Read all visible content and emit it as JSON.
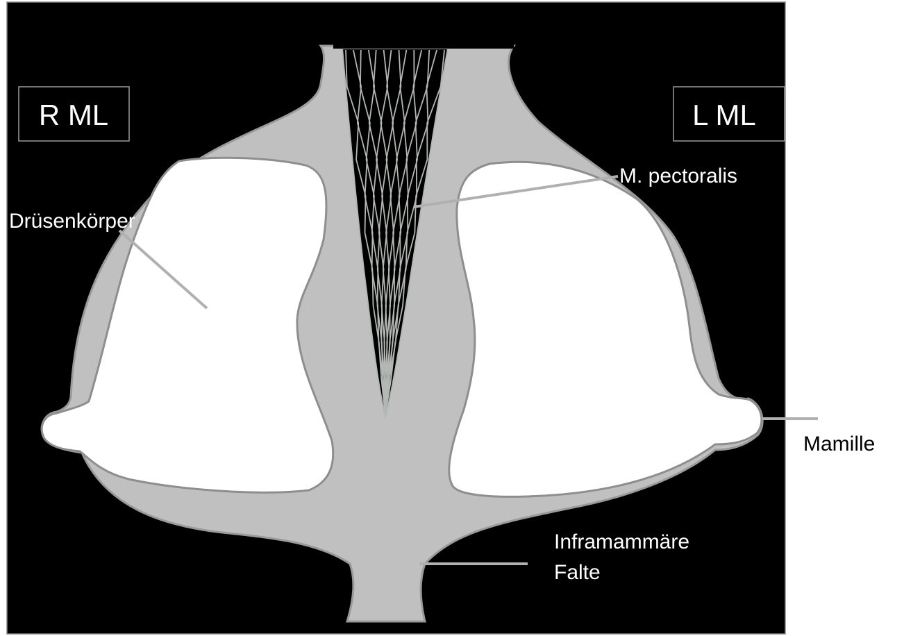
{
  "diagram": {
    "view_labels": {
      "right": "R ML",
      "left": "L ML"
    },
    "annotations": {
      "gland_body": "Drüsenkörper",
      "pectoralis": "M. pectoralis",
      "nipple": "Mamille",
      "fold_line1": "Inframammäre",
      "fold_line2": "Falte"
    },
    "colors": {
      "background": "#000000",
      "tissue": "#c0c0c0",
      "gland": "#ffffff",
      "muscle_fibers": "#b4b8b4",
      "leader_lines": "#b0b0b0",
      "frame": "#888888"
    }
  }
}
